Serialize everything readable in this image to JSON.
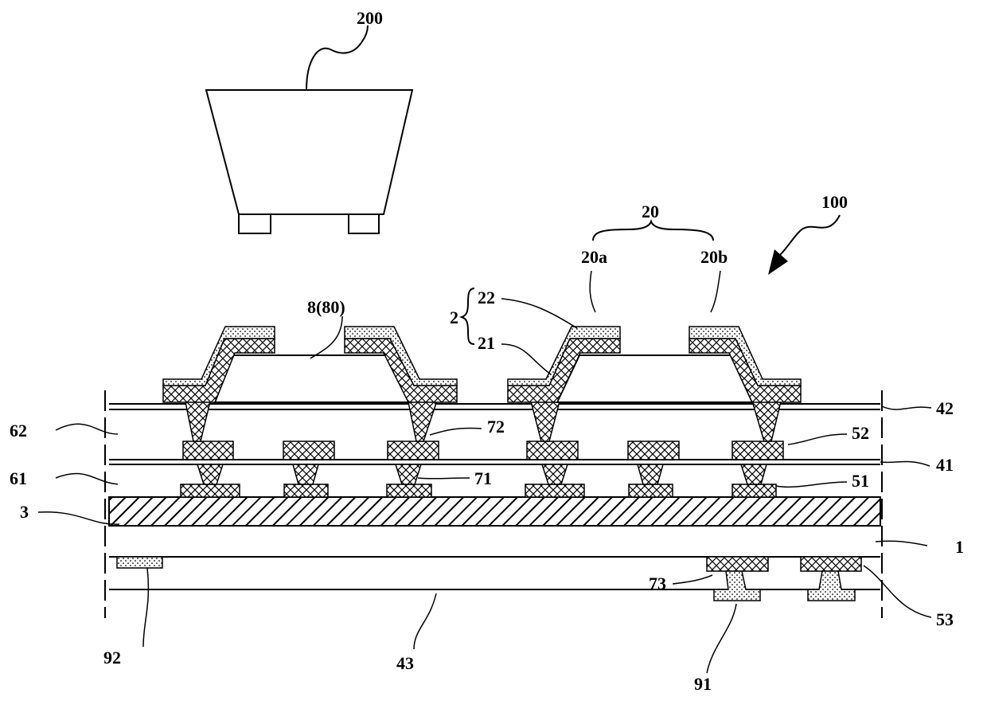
{
  "labels": {
    "chip": "200",
    "device": "100",
    "pad_group": "20",
    "pad_a": "20a",
    "pad_b": "20b",
    "electrode": "2",
    "electrode_top": "22",
    "electrode_bottom": "21",
    "bump": "8(80)",
    "layer_62": "62",
    "layer_61": "61",
    "layer_3": "3",
    "layer_42": "42",
    "layer_41": "41",
    "via_72": "72",
    "via_71": "71",
    "pad_52": "52",
    "pad_51": "51",
    "substrate_1": "1",
    "via_73": "73",
    "pad_53": "53",
    "pad_92": "92",
    "layer_43": "43",
    "pad_91": "91"
  },
  "colors": {
    "line": "#000000",
    "background": "#ffffff"
  },
  "patterns": {
    "conductor": "crosshatch",
    "top_metal": "dots",
    "layer_3": "diagonal-hatch"
  }
}
